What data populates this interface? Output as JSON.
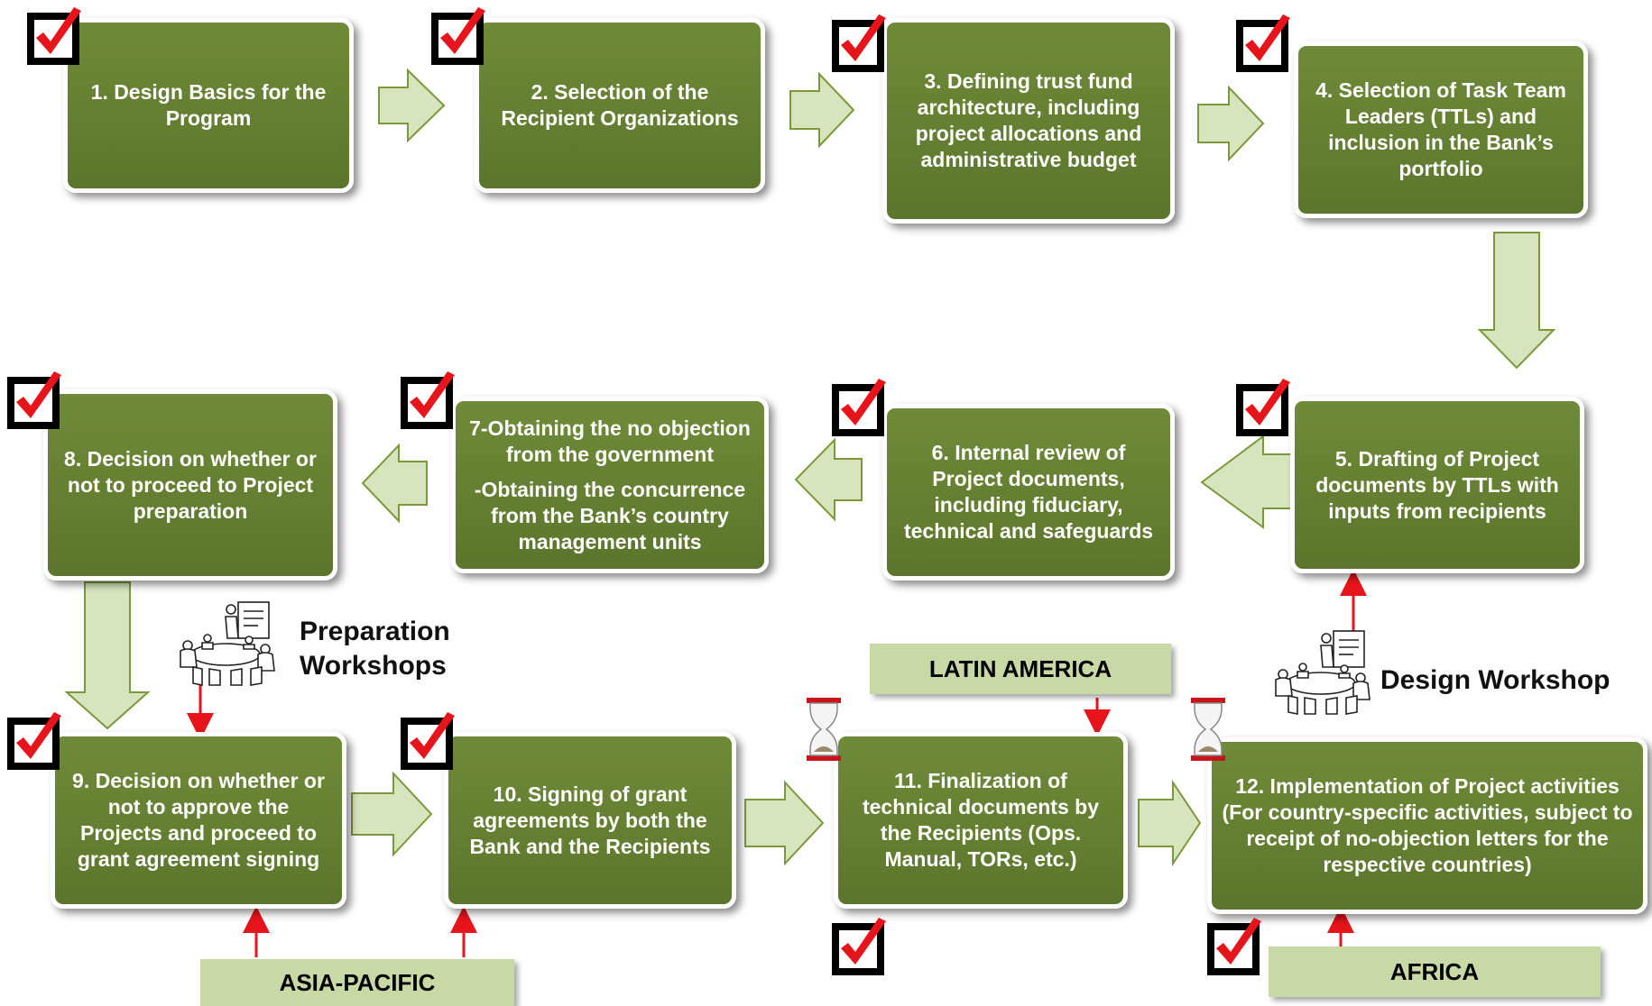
{
  "steps": [
    {
      "id": "step-1",
      "lines": [
        "1.  Design Basics for the",
        "Program"
      ]
    },
    {
      "id": "step-2",
      "lines": [
        "2.  Selection of the",
        "Recipient Organizations"
      ]
    },
    {
      "id": "step-3",
      "lines": [
        "3.  Defining trust fund",
        "architecture, including",
        "project allocations and",
        "administrative budget"
      ]
    },
    {
      "id": "step-4",
      "lines": [
        "4.  Selection of Task Team",
        "Leaders (TTLs) and",
        "inclusion in the Bank’s",
        "portfolio"
      ]
    },
    {
      "id": "step-5",
      "lines": [
        "5.  Drafting of Project",
        "documents by TTLs with",
        "inputs from recipients"
      ]
    },
    {
      "id": "step-6",
      "lines": [
        "6.  Internal review of",
        "Project documents,",
        "including fiduciary,",
        "technical and safeguards"
      ]
    },
    {
      "id": "step-7",
      "lines": [
        "7-Obtaining the no objection",
        "from the government"
      ],
      "lines2": [
        "-Obtaining the concurrence",
        "from the Bank’s country",
        "management units"
      ]
    },
    {
      "id": "step-8",
      "lines": [
        "8.  Decision on whether or",
        "not to proceed to Project",
        "preparation"
      ]
    },
    {
      "id": "step-9",
      "lines": [
        "9. Decision on whether or",
        "not to approve the",
        "Projects and proceed to",
        "grant agreement signing"
      ]
    },
    {
      "id": "step-10",
      "lines": [
        "10. Signing of grant",
        "agreements by both the",
        "Bank and the Recipients"
      ]
    },
    {
      "id": "step-11",
      "lines": [
        "11. Finalization of",
        "technical documents by",
        "the Recipients (Ops.",
        "Manual, TORs, etc.)"
      ]
    },
    {
      "id": "step-12",
      "lines": [
        "12.  Implementation of Project activities",
        "(For country-specific activities, subject to",
        "receipt of no-objection letters for the",
        "respective countries)"
      ]
    }
  ],
  "regions": {
    "latin_america": "LATIN AMERICA",
    "asia_pacific": "ASIA-PACIFIC",
    "africa": "AFRICA"
  },
  "workshops": {
    "preparation_line1": "Preparation",
    "preparation_line2": "Workshops",
    "design": "Design Workshop"
  },
  "colors": {
    "box_green": "#657f32",
    "arrow_fill": "#d7e4bd",
    "arrow_stroke": "#7a9a3a",
    "label_bg": "#c8d9a5",
    "check_red": "#e8141b",
    "connector_red": "#e8141b"
  },
  "icons": {
    "completed": "checkbox-checked-icon",
    "pending": "hourglass-icon",
    "workshop": "meeting-table-icon"
  }
}
